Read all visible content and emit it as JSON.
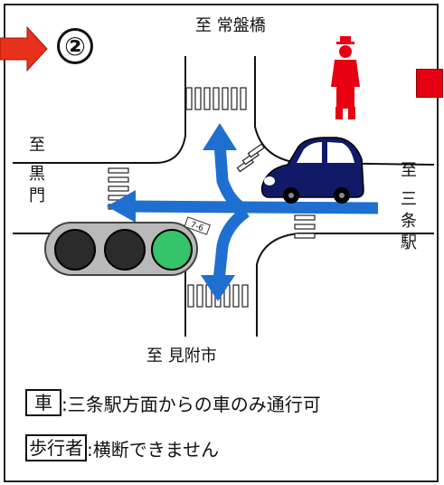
{
  "directions": {
    "top": "至 常盤橋",
    "bottom": "至 見附市",
    "left": [
      "至",
      "黒",
      "門"
    ],
    "right": [
      "至",
      "三",
      "条",
      "駅"
    ]
  },
  "step_number": "②",
  "signal_plate": "7-6",
  "legend": [
    {
      "label": "車",
      "description": ":三条駅方面からの車のみ通行可"
    },
    {
      "label": "歩行者",
      "description": ":横断できません"
    }
  ],
  "colors": {
    "arrow": "#1f6fd0",
    "pointer_arrow": "#e8301c",
    "car": "#101a66",
    "pedestrian_signal": "#e60012",
    "signal_green": "#35c46a",
    "signal_off": "#2b2b2b"
  }
}
